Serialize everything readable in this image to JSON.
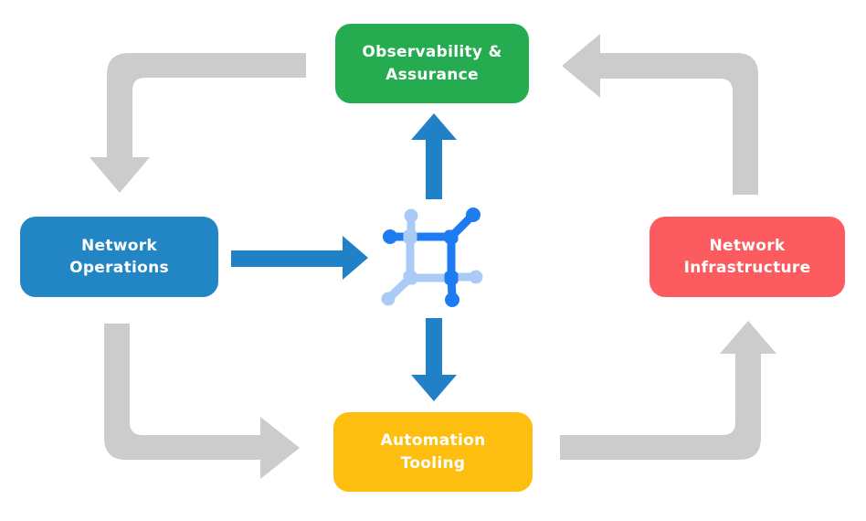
{
  "colors": {
    "background": "#ffffff",
    "arrow_gray": "#cccccc",
    "arrow_blue": "#2181c7",
    "icon_dark_blue": "#1e7cf2",
    "icon_light_blue": "#a9cbf5",
    "node_green": "#25ac50",
    "node_blue": "#2286c5",
    "node_red": "#fc5b5f",
    "node_yellow": "#febe10",
    "label_text": "#ffffff"
  },
  "nodes": {
    "observability": {
      "label": "Observability &\nAssurance"
    },
    "operations": {
      "label": "Network\nOperations"
    },
    "infrastructure": {
      "label": "Network\nInfrastructure"
    },
    "automation": {
      "label": "Automation\nTooling"
    }
  },
  "icon": {
    "name": "network-platform-icon",
    "description": "central network/chip node icon in two blues"
  },
  "arrows": {
    "gray_cycle": [
      {
        "from": "observability",
        "to": "operations",
        "corner": "top-left",
        "direction": "down"
      },
      {
        "from": "operations",
        "to": "automation",
        "corner": "bottom-left",
        "direction": "right"
      },
      {
        "from": "automation",
        "to": "infrastructure",
        "corner": "bottom-right",
        "direction": "up"
      },
      {
        "from": "infrastructure",
        "to": "observability",
        "corner": "top-right",
        "direction": "left"
      }
    ],
    "blue_spokes": [
      {
        "from": "operations",
        "to": "platform-icon",
        "direction": "right"
      },
      {
        "from": "platform-icon",
        "to": "observability",
        "direction": "up"
      },
      {
        "from": "platform-icon",
        "to": "automation",
        "direction": "down"
      }
    ]
  }
}
